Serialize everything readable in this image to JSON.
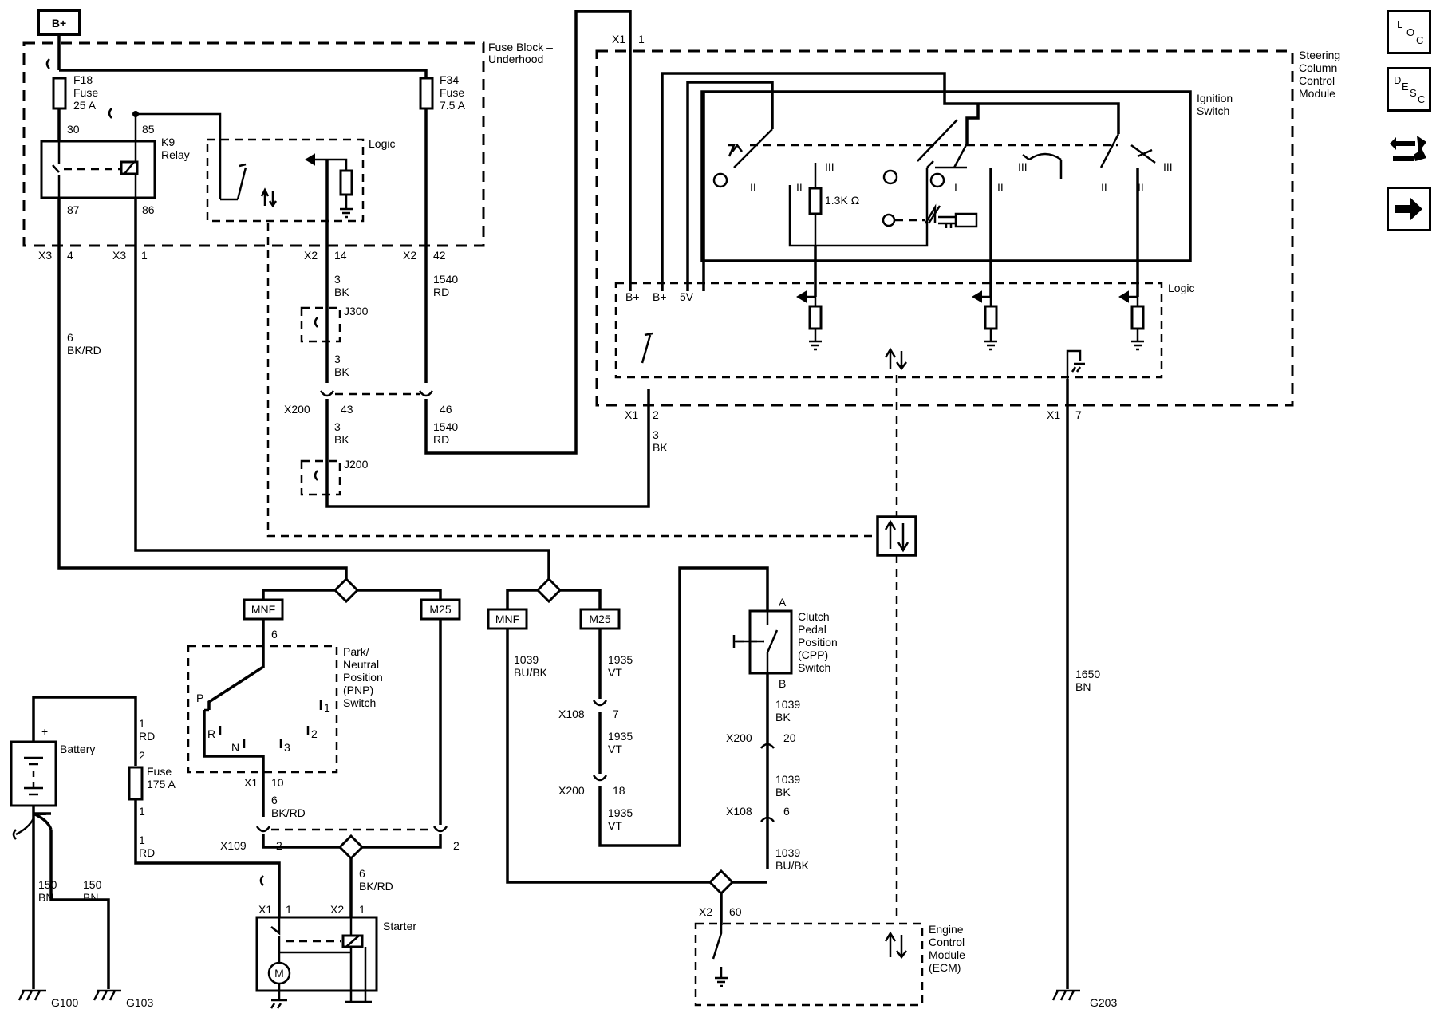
{
  "power": {
    "b_plus": "B+"
  },
  "fuse_block": {
    "title_1": "Fuse Block –",
    "title_2": "Underhood",
    "logic": "Logic",
    "f18": [
      "F18",
      "Fuse",
      "25 A"
    ],
    "f34": [
      "F34",
      "Fuse",
      "7.5 A"
    ],
    "k9": [
      "K9",
      "Relay"
    ],
    "pin30": "30",
    "pin85": "85",
    "pin87": "87",
    "pin86": "86"
  },
  "sccm": {
    "title": [
      "Steering",
      "Column",
      "Control",
      "Module"
    ],
    "ign": [
      "Ignition",
      "Switch"
    ],
    "logic": "Logic",
    "bplus1": "B+",
    "bplus2": "B+",
    "fivev": "5V",
    "res": "1.3K Ω",
    "pos_I": "I",
    "pos_II": "II",
    "pos_III": "III"
  },
  "connectors": {
    "x3_a": "X3",
    "x3_a_pin": "4",
    "x3_b": "X3",
    "x3_b_pin": "1",
    "x2_a": "X2",
    "x2_a_pin": "14",
    "x2_b": "X2",
    "x2_b_pin": "42",
    "x1_top": "X1",
    "x1_top_pin": "1",
    "x1_2": "X1",
    "x1_2_pin": "2",
    "x1_7": "X1",
    "x1_7_pin": "7",
    "x200_a": "X200",
    "x200_a_pin43": "43",
    "x200_a_pin46": "46",
    "j300": "J300",
    "j200": "J200",
    "x109": "X109",
    "x109_pin_a": "2",
    "x109_pin_b": "2",
    "x108_a": "X108",
    "x108_a_pin": "7",
    "x200_b": "X200",
    "x200_b_pin": "18",
    "x200_c": "X200",
    "x200_c_pin": "20",
    "x108_b": "X108",
    "x108_b_pin": "6",
    "x1_pnp": "X1",
    "x1_pnp_pin": "10",
    "x1_st": "X1",
    "x1_st_pin": "1",
    "x2_st": "X2",
    "x2_st_pin": "1",
    "x2_ecm": "X2",
    "x2_ecm_pin": "60",
    "pnp_pin6": "6",
    "cpp_a": "A",
    "cpp_b": "B"
  },
  "wires": {
    "w6bkrd": [
      "6",
      "BK/RD"
    ],
    "w3bk_1": [
      "3",
      "BK"
    ],
    "w3bk_2": [
      "3",
      "BK"
    ],
    "w3bk_3": [
      "3",
      "BK"
    ],
    "w3bk_4": [
      "3",
      "BK"
    ],
    "w1540_1": [
      "1540",
      "RD"
    ],
    "w1540_2": [
      "1540",
      "RD"
    ],
    "w1rd_1": [
      "1",
      "RD"
    ],
    "w2": "2",
    "w1": "1",
    "w1rd_2": [
      "1",
      "RD"
    ],
    "w6bkrd_2": [
      "6",
      "BK/RD"
    ],
    "w6bkrd_3": [
      "6",
      "BK/RD"
    ],
    "w150_1": [
      "150",
      "BN"
    ],
    "w150_2": [
      "150",
      "BN"
    ],
    "w1039_1": [
      "1039",
      "BU/BK"
    ],
    "w1935_1": [
      "1935",
      "VT"
    ],
    "w1935_2": [
      "1935",
      "VT"
    ],
    "w1935_3": [
      "1935",
      "VT"
    ],
    "w1039_2": [
      "1039",
      "BK"
    ],
    "w1039_3": [
      "1039",
      "BK"
    ],
    "w1039_4": [
      "1039",
      "BU/BK"
    ],
    "w1650": [
      "1650",
      "BN"
    ]
  },
  "options": {
    "mnf_1": "MNF",
    "m25_1": "M25",
    "mnf_2": "MNF",
    "m25_2": "M25"
  },
  "components": {
    "pnp": [
      "Park/",
      "Neutral",
      "Position",
      "(PNP)",
      "Switch"
    ],
    "pnp_P": "P",
    "pnp_R": "R",
    "pnp_N": "N",
    "pnp_3": "3",
    "pnp_2": "2",
    "pnp_1": "1",
    "cpp": [
      "Clutch",
      "Pedal",
      "Position",
      "(CPP)",
      "Switch"
    ],
    "battery": "Battery",
    "fuse175": [
      "Fuse",
      "175 A"
    ],
    "starter": "Starter",
    "motor": "M",
    "ecm": [
      "Engine",
      "Control",
      "Module",
      "(ECM)"
    ],
    "plus": "+",
    "minus": "–"
  },
  "grounds": {
    "g100": "G100",
    "g103": "G103",
    "g203": "G203"
  },
  "side_icons": {
    "loc": [
      "L",
      "O",
      "C"
    ],
    "desc": [
      "D",
      "E",
      "S",
      "C"
    ],
    "icon_names": [
      "loc-icon",
      "desc-icon",
      "connector-icon",
      "next-arrow-icon"
    ]
  }
}
